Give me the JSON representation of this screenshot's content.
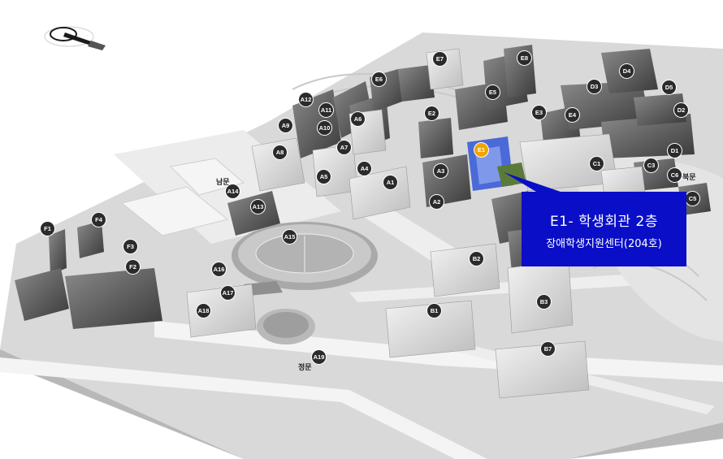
{
  "callout": {
    "title": "E1- 학생회관 2층",
    "subtitle": "장애학생지원센터(204호)"
  },
  "gates": [
    {
      "id": "south_gate",
      "label": "남문"
    },
    {
      "id": "main_gate",
      "label": "정문"
    },
    {
      "id": "north_gate",
      "label": "북문"
    }
  ],
  "markers": [
    {
      "id": "E7",
      "label": "E7"
    },
    {
      "id": "E8",
      "label": "E8"
    },
    {
      "id": "E6",
      "label": "E6"
    },
    {
      "id": "E5",
      "label": "E5"
    },
    {
      "id": "E2",
      "label": "E2"
    },
    {
      "id": "E3",
      "label": "E3"
    },
    {
      "id": "E4",
      "label": "E4"
    },
    {
      "id": "E1",
      "label": "E1",
      "active": true
    },
    {
      "id": "D4",
      "label": "D4"
    },
    {
      "id": "D3",
      "label": "D3"
    },
    {
      "id": "D5",
      "label": "D5"
    },
    {
      "id": "D2",
      "label": "D2"
    },
    {
      "id": "D1",
      "label": "D1"
    },
    {
      "id": "C1",
      "label": "C1"
    },
    {
      "id": "C3",
      "label": "C3"
    },
    {
      "id": "C6",
      "label": "C6"
    },
    {
      "id": "C5",
      "label": "C5"
    },
    {
      "id": "A12",
      "label": "A12"
    },
    {
      "id": "A11",
      "label": "A11"
    },
    {
      "id": "A10",
      "label": "A10"
    },
    {
      "id": "A9",
      "label": "A9"
    },
    {
      "id": "A6",
      "label": "A6"
    },
    {
      "id": "A8",
      "label": "A8"
    },
    {
      "id": "A7",
      "label": "A7"
    },
    {
      "id": "A5",
      "label": "A5"
    },
    {
      "id": "A4",
      "label": "A4"
    },
    {
      "id": "A1",
      "label": "A1"
    },
    {
      "id": "A3",
      "label": "A3"
    },
    {
      "id": "A2",
      "label": "A2"
    },
    {
      "id": "A14",
      "label": "A14"
    },
    {
      "id": "A13",
      "label": "A13"
    },
    {
      "id": "A15",
      "label": "A15"
    },
    {
      "id": "A16",
      "label": "A16"
    },
    {
      "id": "A17",
      "label": "A17"
    },
    {
      "id": "A18",
      "label": "A18"
    },
    {
      "id": "A19",
      "label": "A19"
    },
    {
      "id": "F1",
      "label": "F1"
    },
    {
      "id": "F4",
      "label": "F4"
    },
    {
      "id": "F3",
      "label": "F3"
    },
    {
      "id": "F2",
      "label": "F2"
    },
    {
      "id": "B2",
      "label": "B2"
    },
    {
      "id": "B1",
      "label": "B1"
    },
    {
      "id": "B3",
      "label": "B3"
    },
    {
      "id": "B7",
      "label": "B7"
    }
  ],
  "colors": {
    "callout_bg": "#0a0fc7",
    "highlight_building": "#4a6ad8",
    "active_marker": "#f0a500",
    "marker": "#2b2b2b"
  }
}
